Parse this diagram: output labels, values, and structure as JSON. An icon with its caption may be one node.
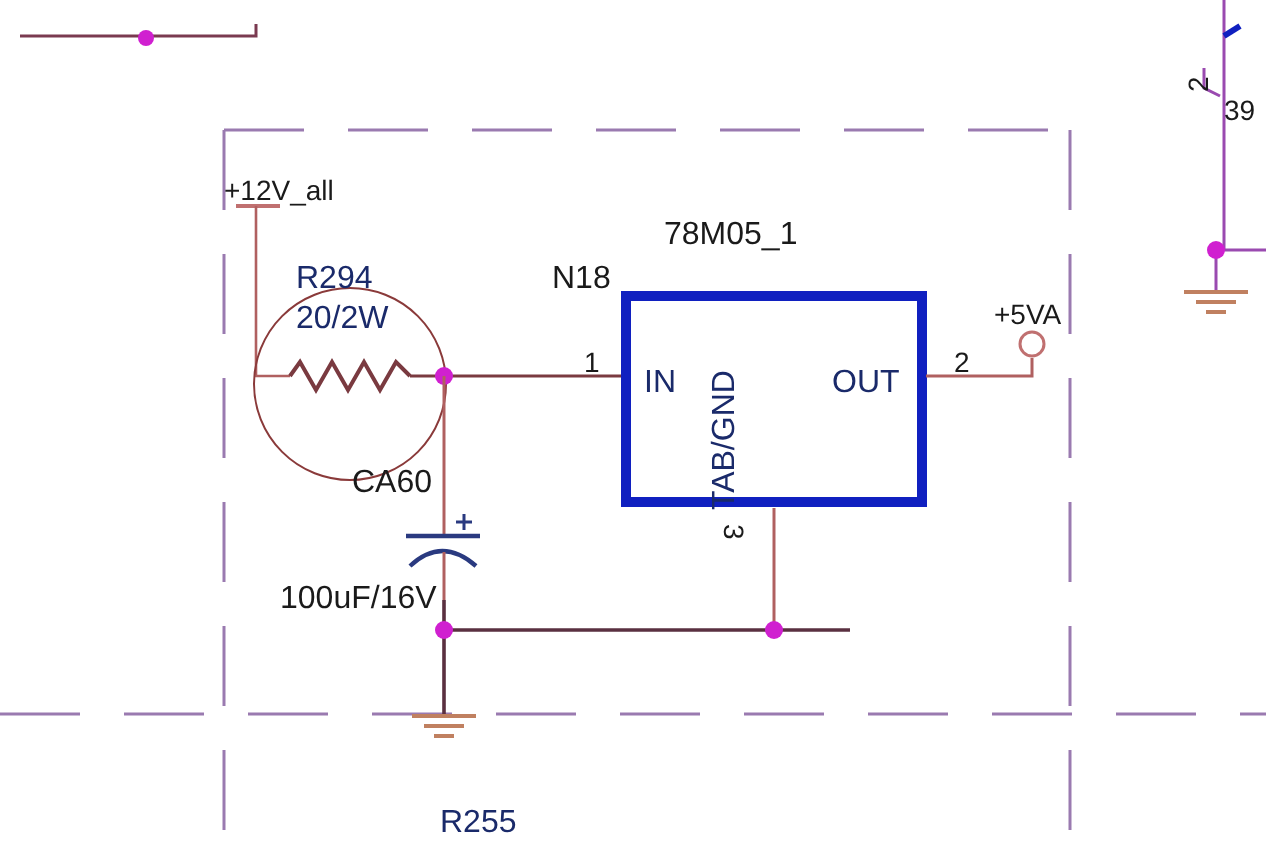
{
  "diagram": {
    "labels": [
      "+12V_all",
      "78M05_1",
      "R294",
      "20/2W",
      "N18",
      "2",
      "39",
      "1",
      "IN",
      "TAB/GND",
      "OUT",
      "2",
      "+5VA",
      "CA60",
      "3",
      "100uF/16V",
      "R255"
    ]
  }
}
